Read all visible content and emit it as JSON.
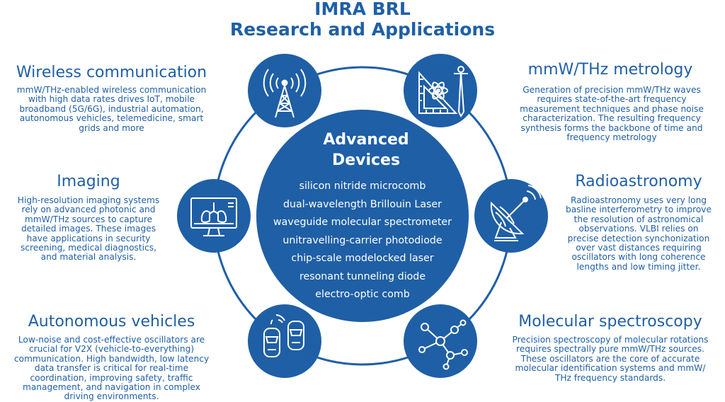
{
  "header": {
    "line1": "IMRA BRL",
    "line2": "Research and Applications"
  },
  "center": {
    "title_line1": "Advanced",
    "title_line2": "Devices",
    "devices": [
      "silicon nitride microcomb",
      "dual-wavelength Brillouin Laser",
      "waveguide molecular spectrometer",
      "unitravelling-carrier photodiode",
      "chip-scale modelocked laser",
      "resonant tunneling diode",
      "electro-optic comb"
    ]
  },
  "sections": {
    "wireless": {
      "title": "Wireless communication",
      "lines": [
        "mmW/THz-enabled wireless communication",
        "with high data rates drives IoT, mobile",
        "broadband (5G/6G), industrial automation,",
        "autonomous vehicles, telemedicine, smart",
        "grids and more"
      ]
    },
    "imaging": {
      "title": "Imaging",
      "lines": [
        "High-resolution imaging systems",
        "rely on advanced photonic and",
        "mmW/THz sources to capture",
        "detailed images. These images",
        "have applications in security",
        "screening, medical diagnostics,",
        "and material analysis."
      ]
    },
    "autonomous": {
      "title": "Autonomous vehicles",
      "lines": [
        "Low-noise and cost-effective oscillators are",
        "crucial for V2X (vehicle-to-everything)",
        "communication. High bandwidth, low latency",
        "data transfer is critical for real-time",
        "coordination, improving safety, traffic",
        "management, and navigation in complex",
        "driving environments."
      ]
    },
    "metrology": {
      "title": "mmW/THz metrology",
      "lines": [
        "Generation of precision mmW/THz waves",
        "requires state-of-the-art frequency",
        "measurement techniques and phase noise",
        "characterization. The resulting frequency",
        "synthesis forms the backbone of time and",
        "frequency metrology"
      ]
    },
    "radioastronomy": {
      "title": "Radioastronomy",
      "lines": [
        "Radioastronomy uses very long",
        "basline interferometry to improve",
        "the resolution of astronomical",
        "observations. VLBI relies on",
        "precise detection synchonization",
        "over vast distances requiring",
        "oscillators with long coherence",
        "lengths and low timing jitter."
      ]
    },
    "spectroscopy": {
      "title": "Molecular spectroscopy",
      "lines": [
        "Precision spectroscopy of molecular rotations",
        "requires spectrally pure mmW/THz sources.",
        "These oscillators are the core of accurate",
        "molecular identification systems and mmW/",
        "THz frequency standards."
      ]
    }
  },
  "icons": {
    "wireless": "antenna-tower-icon",
    "metrology": "drafting-tools-atom-icon",
    "imaging": "lungs-monitor-icon",
    "radioastronomy": "satellite-dish-icon",
    "autonomous": "connected-cars-icon",
    "spectroscopy": "molecule-icon"
  },
  "colors": {
    "primary": "#1f5fa6",
    "background": "#ffffff",
    "on_primary": "#ffffff"
  }
}
